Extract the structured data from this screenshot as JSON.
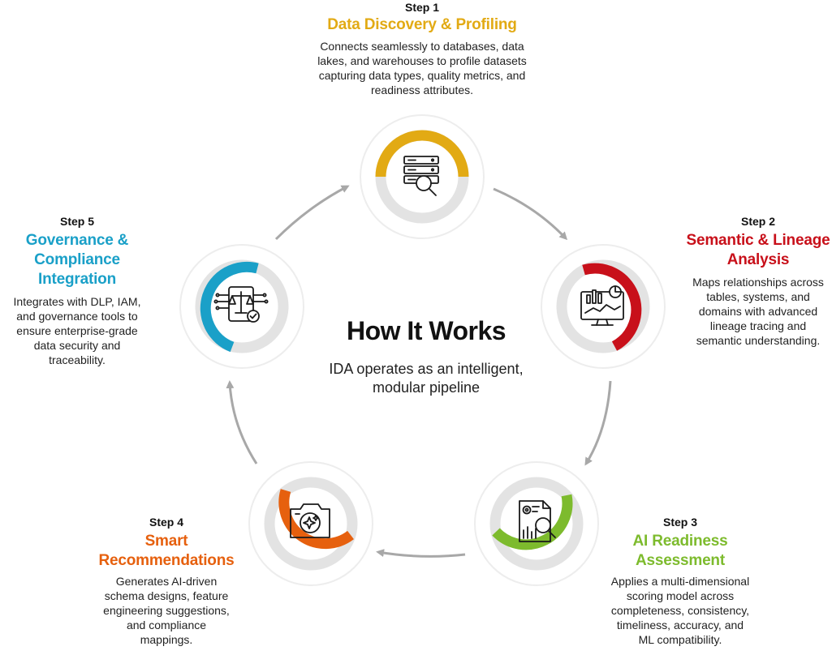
{
  "center": {
    "title": "How It Works",
    "subtitle_line1": "IDA operates as an intelligent,",
    "subtitle_line2": "modular pipeline"
  },
  "colors": {
    "step1": "#E2AA14",
    "step2": "#C8101A",
    "step3": "#7DBB2D",
    "step4": "#E6600E",
    "step5": "#1AA0C8",
    "track": "#E3E3E3",
    "arrow": "#A8A8A8"
  },
  "steps": [
    {
      "label": "Step 1",
      "title_lines": [
        "Data Discovery & Profiling"
      ],
      "desc_lines": [
        "Connects seamlessly to databases, data",
        "lakes, and warehouses to profile datasets",
        "capturing data types, quality metrics, and",
        "readiness attributes."
      ],
      "icon": "server-search-icon"
    },
    {
      "label": "Step 2",
      "title_lines": [
        "Semantic & Lineage",
        "Analysis"
      ],
      "desc_lines": [
        "Maps relationships across",
        "tables, systems, and",
        "domains with advanced",
        "lineage tracing and",
        "semantic understanding."
      ],
      "icon": "analytics-monitor-icon"
    },
    {
      "label": "Step 3",
      "title_lines": [
        "AI Readiness",
        "Assessment"
      ],
      "desc_lines": [
        "Applies a multi-dimensional",
        "scoring model across",
        "completeness, consistency,",
        "timeliness, accuracy, and",
        "ML compatibility."
      ],
      "icon": "report-magnifier-icon"
    },
    {
      "label": "Step 4",
      "title_lines": [
        "Smart",
        "Recommendations"
      ],
      "desc_lines": [
        "Generates AI-driven",
        "schema designs, feature",
        "engineering suggestions,",
        "and compliance",
        "mappings."
      ],
      "icon": "ai-sparkle-camera-icon"
    },
    {
      "label": "Step 5",
      "title_lines": [
        "Governance &",
        "Compliance",
        "Integration"
      ],
      "desc_lines": [
        "Integrates with DLP, IAM,",
        "and governance tools to",
        "ensure enterprise-grade",
        "data security and",
        "traceability."
      ],
      "icon": "compliance-scale-icon"
    }
  ]
}
